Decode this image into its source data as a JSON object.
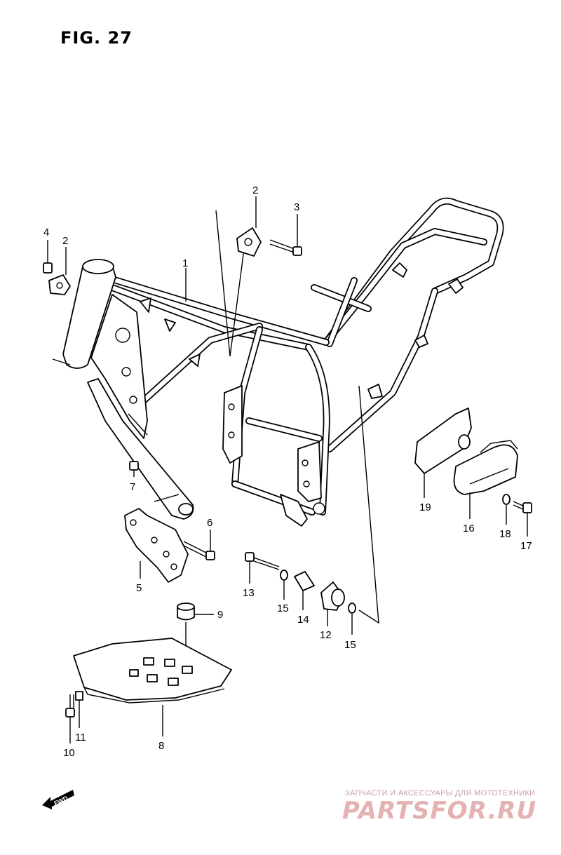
{
  "title": "FIG. 27",
  "callouts": {
    "c1": "1",
    "c2a": "2",
    "c2b": "2",
    "c3": "3",
    "c4": "4",
    "c5": "5",
    "c6": "6",
    "c7": "7",
    "c8": "8",
    "c9": "9",
    "c10": "10",
    "c11": "11",
    "c12": "12",
    "c13": "13",
    "c14": "14",
    "c15a": "15",
    "c15b": "15",
    "c16": "16",
    "c17": "17",
    "c18": "18",
    "c19": "19"
  },
  "fwd_label": "FWD",
  "watermark": {
    "subtitle": "ЗАПЧАСТИ И АКСЕССУАРЫ ДЛЯ МОТОТЕХНИКИ",
    "logo": "PARTSFOR.RU"
  }
}
